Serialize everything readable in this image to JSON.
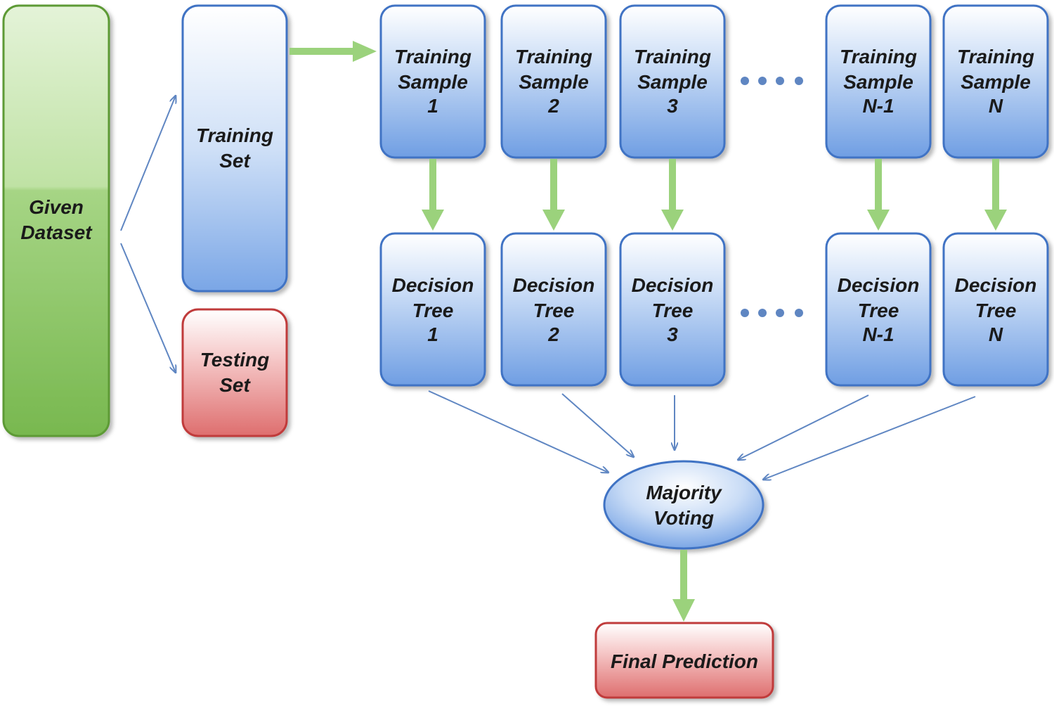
{
  "dataset": {
    "line1": "Given",
    "line2": "Dataset"
  },
  "training_set": {
    "line1": "Training",
    "line2": "Set"
  },
  "testing_set": {
    "line1": "Testing",
    "line2": "Set"
  },
  "samples": [
    {
      "line1": "Training",
      "line2": "Sample",
      "line3": "1"
    },
    {
      "line1": "Training",
      "line2": "Sample",
      "line3": "2"
    },
    {
      "line1": "Training",
      "line2": "Sample",
      "line3": "3"
    },
    {
      "line1": "Training",
      "line2": "Sample",
      "line3": "N-1"
    },
    {
      "line1": "Training",
      "line2": "Sample",
      "line3": "N"
    }
  ],
  "trees": [
    {
      "line1": "Decision",
      "line2": "Tree",
      "line3": "1"
    },
    {
      "line1": "Decision",
      "line2": "Tree",
      "line3": "2"
    },
    {
      "line1": "Decision",
      "line2": "Tree",
      "line3": "3"
    },
    {
      "line1": "Decision",
      "line2": "Tree",
      "line3": "N-1"
    },
    {
      "line1": "Decision",
      "line2": "Tree",
      "line3": "N"
    }
  ],
  "voting": {
    "line1": "Majority",
    "line2": "Voting"
  },
  "final": {
    "label": "Final Prediction"
  },
  "colors": {
    "green_box": "#8cc86a",
    "blue_box": "#7ea8e6",
    "red_box": "#e27c7c",
    "green_arrow": "#9bd27c",
    "blue_arrow": "#5f86c2"
  }
}
